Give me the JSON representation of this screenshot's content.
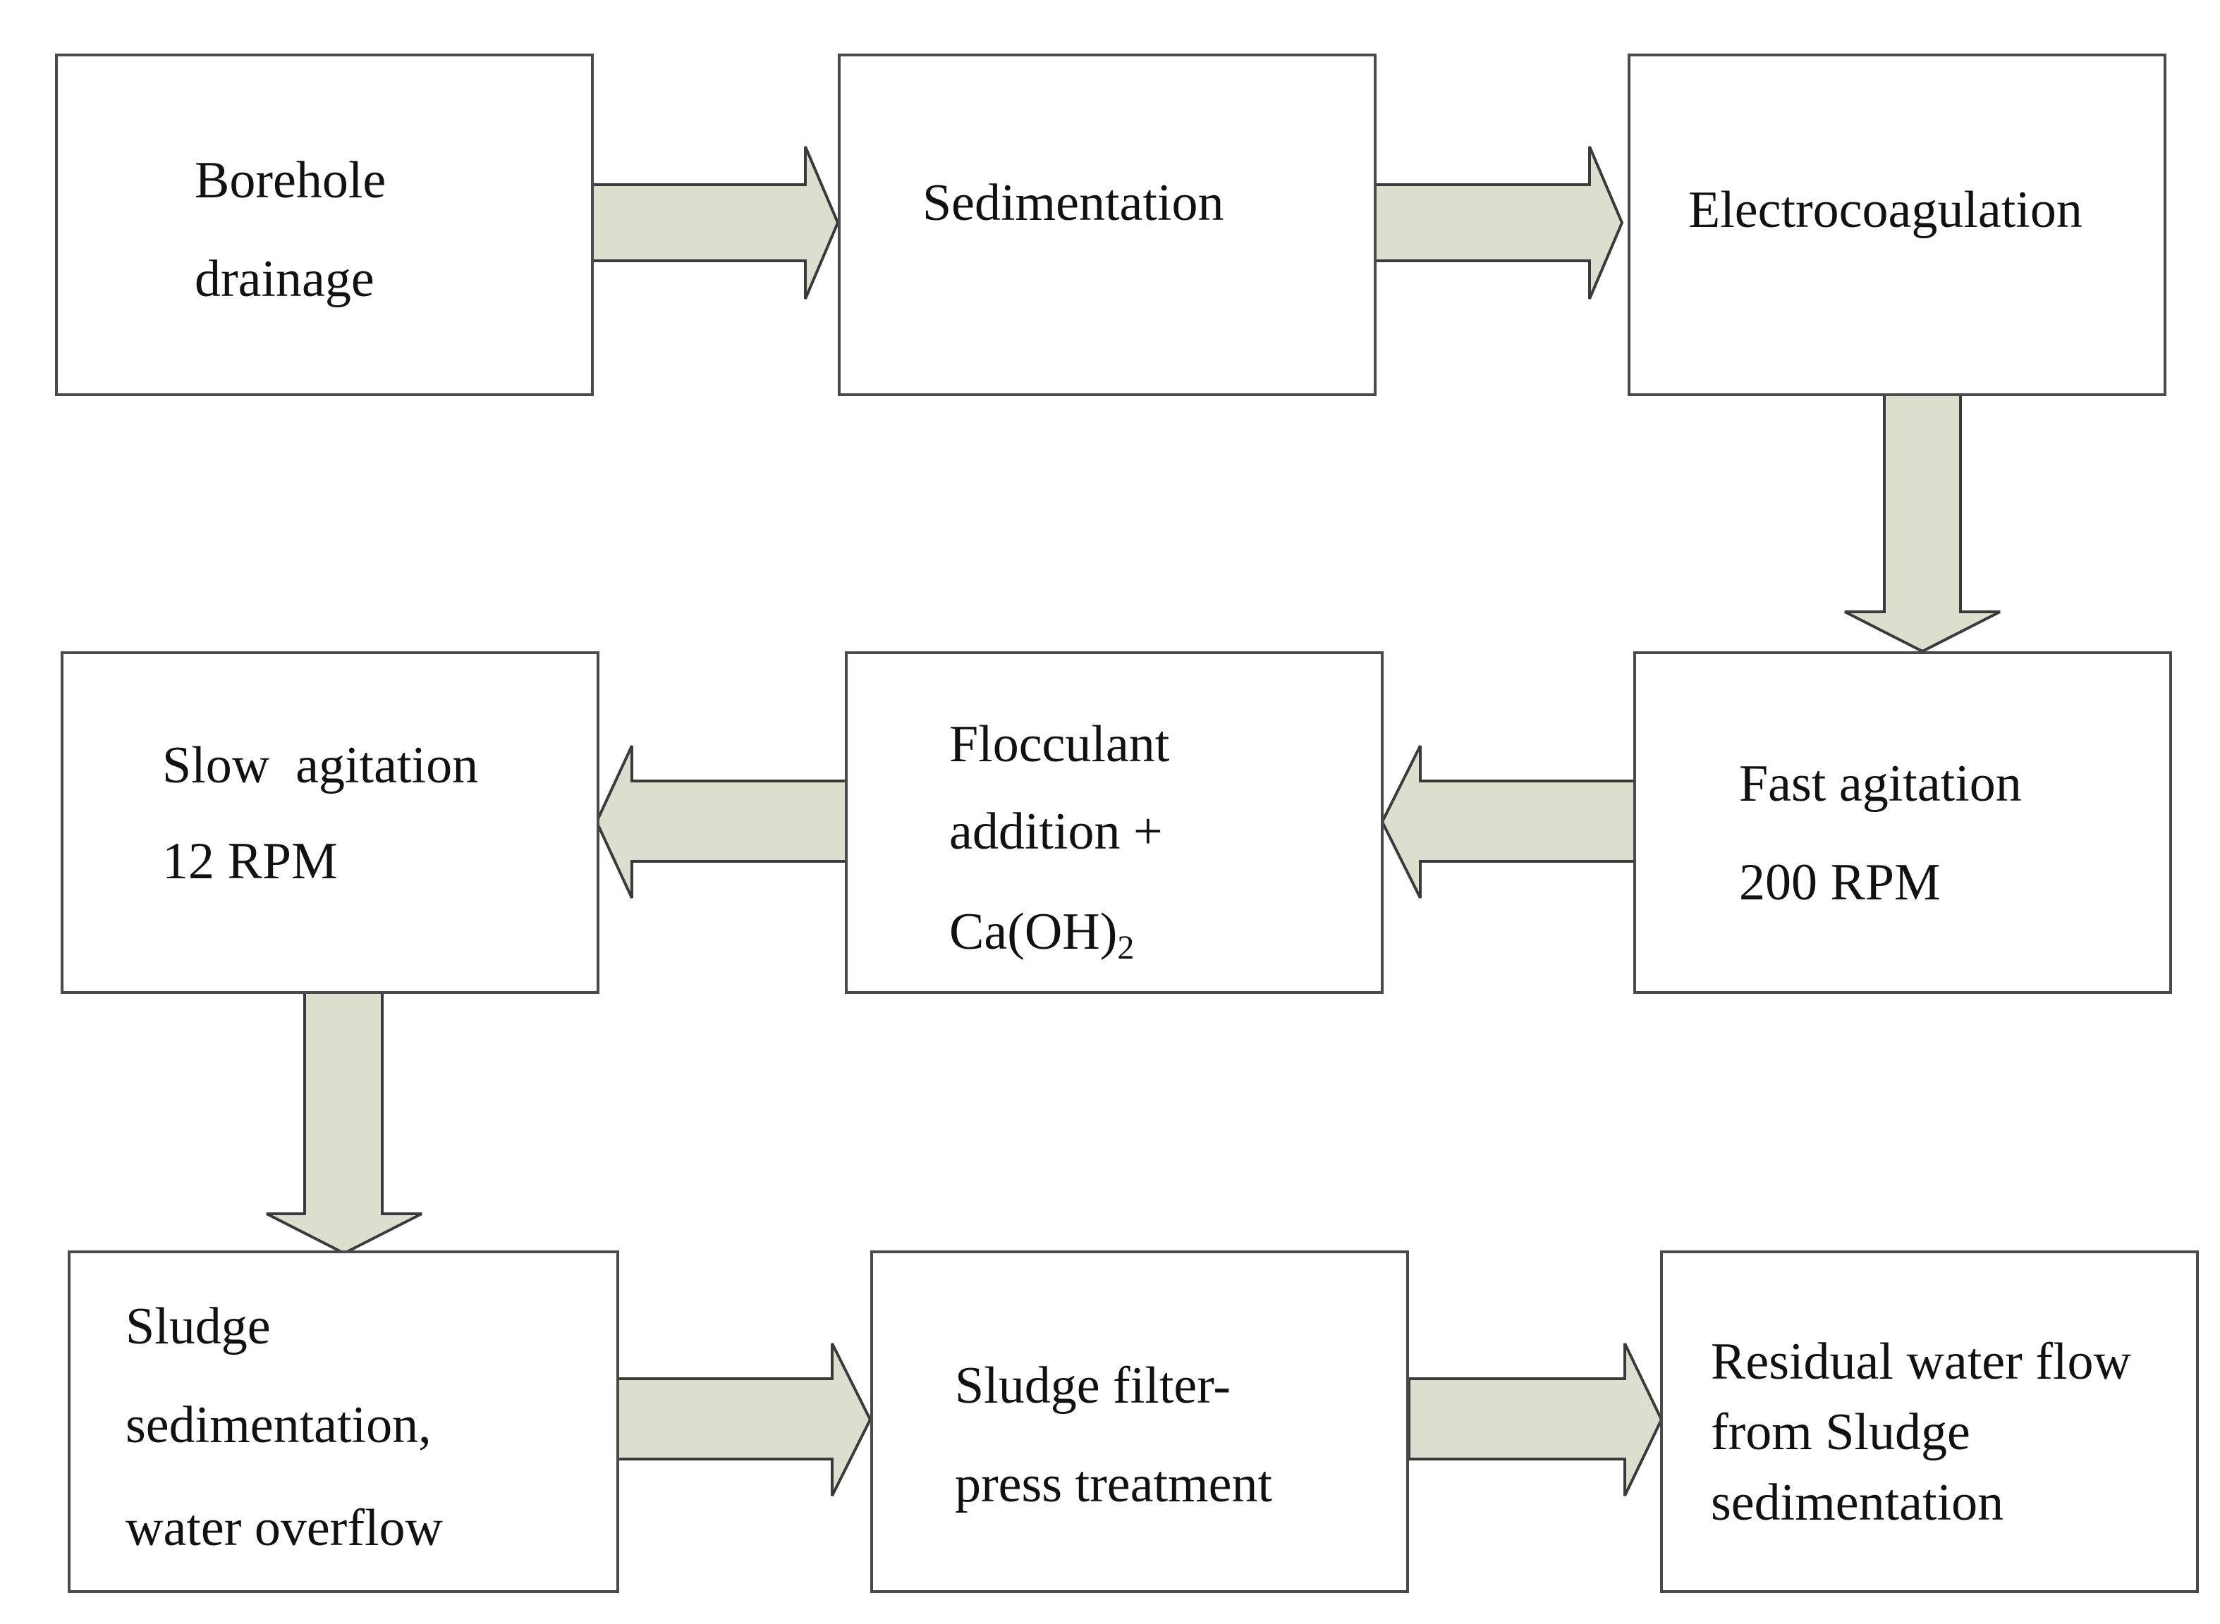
{
  "colors": {
    "arrow_fill": "#dcdfcd",
    "arrow_stroke": "#3a3a3a",
    "box_stroke": "#4a4a4a",
    "text": "#111111"
  },
  "steps": {
    "borehole": {
      "lines": [
        "Borehole",
        "drainage"
      ]
    },
    "sedimentation": {
      "lines": [
        "Sedimentation"
      ]
    },
    "electrocoagulation": {
      "lines": [
        "Electrocoagulation"
      ]
    },
    "fast_agitation": {
      "lines": [
        "Fast agitation",
        "200 RPM"
      ]
    },
    "flocculant": {
      "lines": [
        "Flocculant",
        "addition +",
        "Ca(OH)"
      ],
      "subscript": "2"
    },
    "slow_agitation": {
      "lines": [
        "Slow  agitation",
        "12 RPM"
      ]
    },
    "sludge_sedimentation": {
      "lines": [
        "Sludge",
        "sedimentation,",
        "water overflow"
      ]
    },
    "filter_press": {
      "lines": [
        "Sludge filter-",
        "press treatment"
      ]
    },
    "residual_water": {
      "lines": [
        "Residual water flow",
        "from Sludge",
        "sedimentation"
      ]
    }
  }
}
